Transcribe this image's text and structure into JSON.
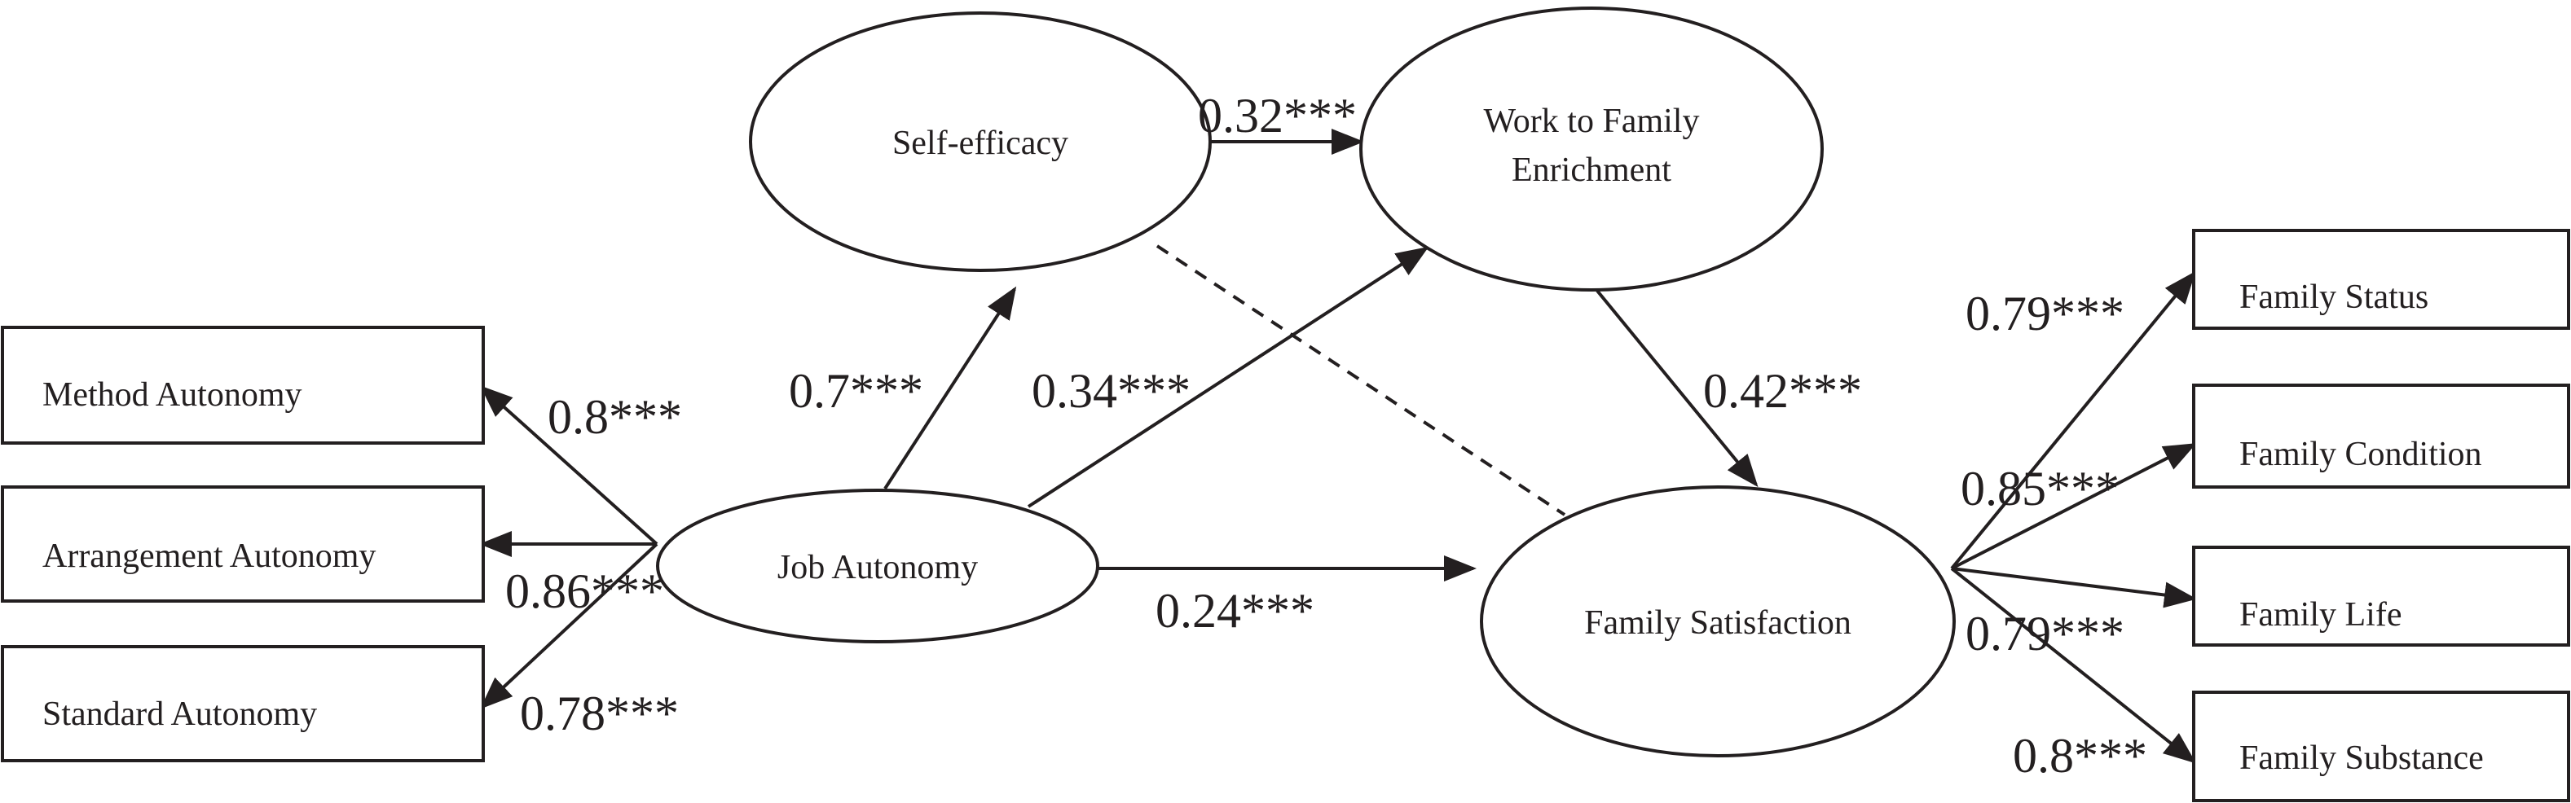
{
  "nodes": {
    "self_efficacy": "Self-efficacy",
    "wfe_line1": "Work to Family",
    "wfe_line2": "Enrichment",
    "job_autonomy": "Job Autonomy",
    "family_satisfaction": "Family Satisfaction",
    "method_autonomy": "Method Autonomy",
    "arrangement_autonomy": "Arrangement Autonomy",
    "standard_autonomy": "Standard Autonomy",
    "family_status": "Family Status",
    "family_condition": "Family Condition",
    "family_life": "Family Life",
    "family_substance": "Family Substance"
  },
  "paths": {
    "se_to_wfe": "0.32***",
    "ja_to_se": "0.7***",
    "ja_to_wfe": "0.34***",
    "wfe_to_fs": "0.42***",
    "ja_to_fs": "0.24***",
    "ja_to_method": "0.8***",
    "ja_to_arrangement": "0.86***",
    "ja_to_standard": "0.78***",
    "fs_to_status": "0.79***",
    "fs_to_condition": "0.85***",
    "fs_to_life": "0.79***",
    "fs_to_substance": "0.8***"
  },
  "colors": {
    "ink": "#231f20",
    "background": "#ffffff"
  }
}
